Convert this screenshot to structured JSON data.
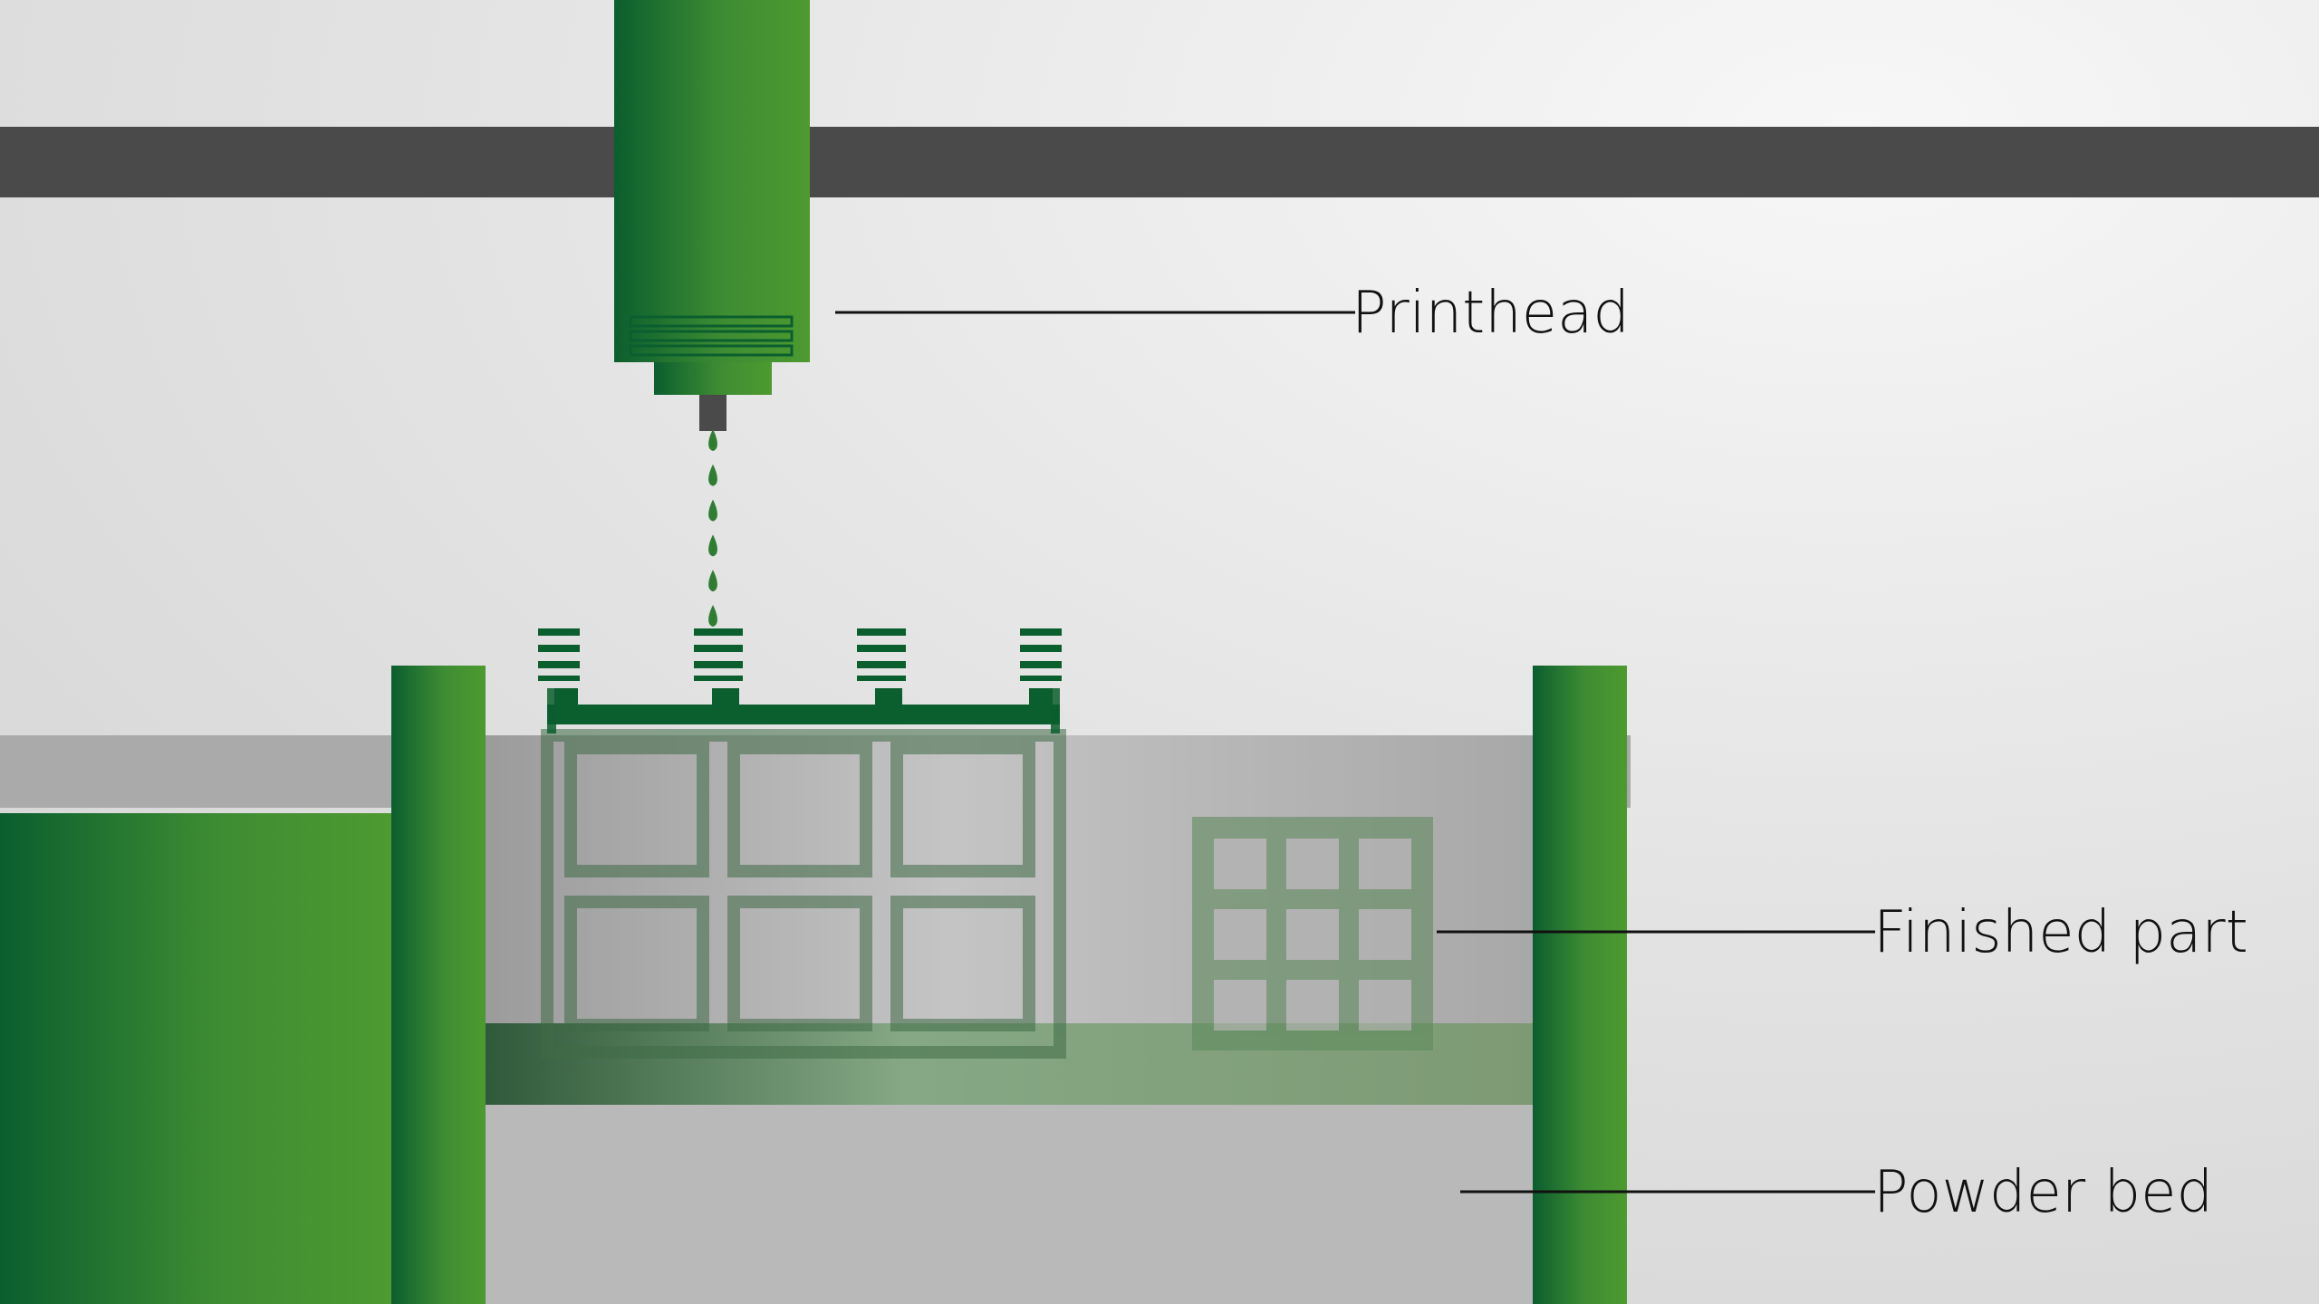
{
  "labels": {
    "printhead": "Printhead",
    "finished_part": "Finished part",
    "powder_bed": "Powder bed"
  },
  "colors": {
    "green_dark": "#0b5e2e",
    "green_light": "#4d9a30",
    "rail": "#4a4a4a",
    "powder": "#a9a9a9",
    "background": "#e4e4e4",
    "line": "#111111"
  },
  "droplets": 6
}
